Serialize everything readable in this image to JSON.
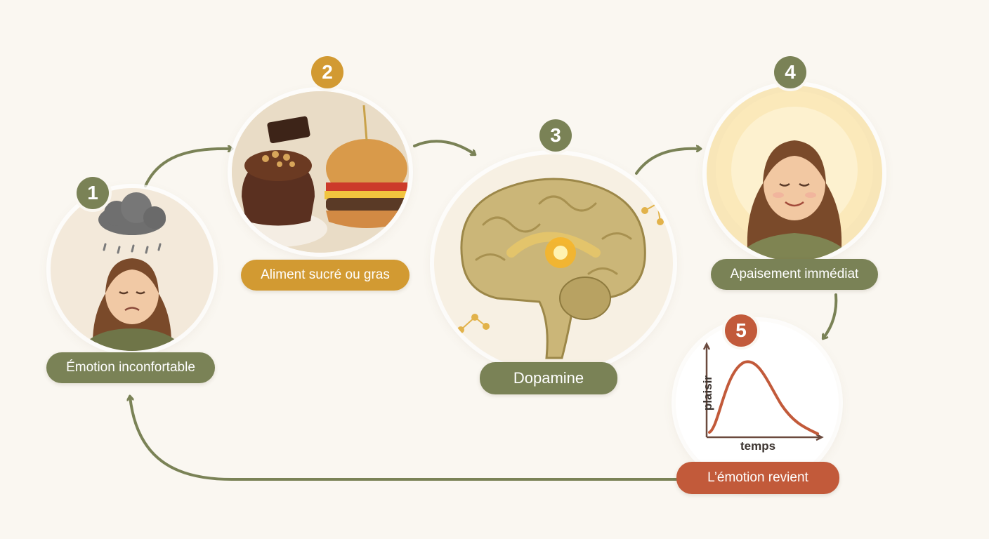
{
  "colors": {
    "olive": "#7a8256",
    "gold": "#d29a32",
    "rust": "#c25a3a",
    "arrow": "#7a8256",
    "background": "#faf7f1"
  },
  "steps": [
    {
      "number": "1",
      "label": "Émotion inconfortable",
      "icon": "sad-woman-rain-cloud-icon"
    },
    {
      "number": "2",
      "label": "Aliment sucré ou gras",
      "icon": "cake-burger-chocolate-icon"
    },
    {
      "number": "3",
      "label": "Dopamine",
      "icon": "brain-dopamine-icon"
    },
    {
      "number": "4",
      "label": "Apaisement immédiat",
      "icon": "calm-woman-glow-icon"
    },
    {
      "number": "5",
      "label": "L’émotion revient",
      "icon": "pleasure-curve-chart-icon"
    }
  ],
  "chart": {
    "ylabel": "plaisir",
    "xlabel": "temps"
  }
}
